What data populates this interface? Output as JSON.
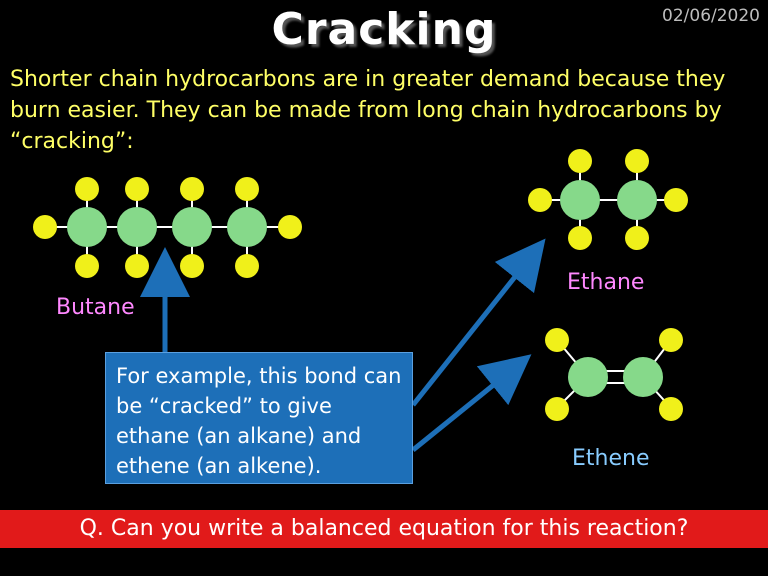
{
  "slide": {
    "date": "02/06/2020",
    "title": "Cracking",
    "intro": "Shorter chain hydrocarbons are in greater demand because they burn easier.  They can be made from long chain hydrocarbons by “cracking”:",
    "labels": {
      "butane": "Butane",
      "ethane": "Ethane",
      "ethene": "Ethene"
    },
    "callout": "For example, this bond can be “cracked” to give ethane (an alkane) and ethene (an alkene).",
    "question": "Q. Can you write a balanced equation for this reaction?"
  },
  "colors": {
    "carbon": "#86d98a",
    "hydrogen": "#f0f01a",
    "bond": "#ffffff",
    "arrow": "#1d6fb8",
    "banner": "#e11a1a",
    "callout_bg": "#1d6fb8"
  }
}
